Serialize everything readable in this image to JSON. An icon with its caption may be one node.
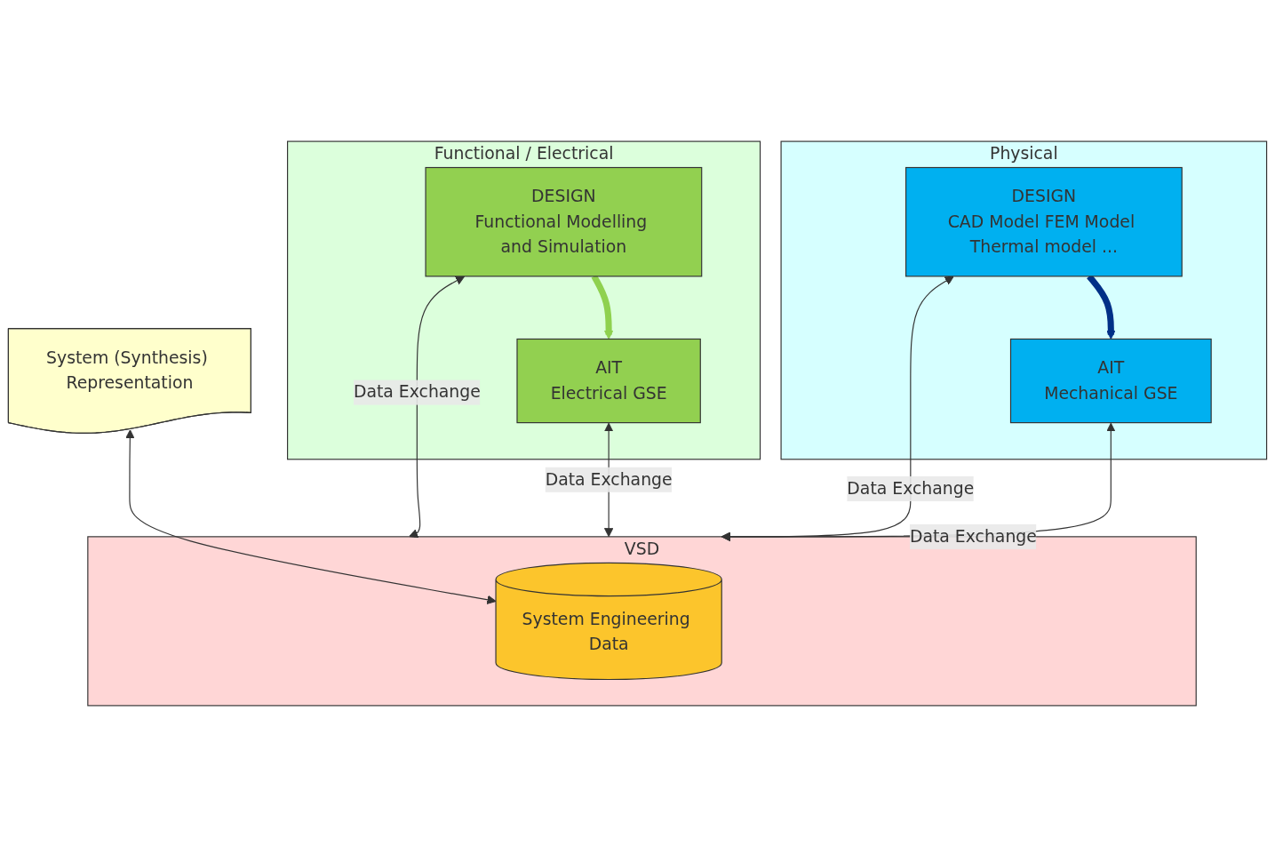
{
  "diagram": {
    "nodes": [
      {
        "text": [
          "Functional / Electrical"
        ]
      },
      {
        "text": [
          "DESIGN",
          "Functional Modelling and Simulation"
        ],
        "in": 0
      },
      {
        "text": [
          "AIT",
          "Electrical GSE"
        ],
        "in": 0
      },
      {
        "text": [
          "VSD"
        ]
      },
      {
        "text": [
          "System Engineering Data"
        ],
        "in": 3
      },
      {
        "text": [
          "System (Synthesis) Representation"
        ]
      },
      {
        "text": [
          "Physical"
        ]
      },
      {
        "text": [
          "DESIGN",
          "CAD Model FEM Model Thermal model ..."
        ],
        "in": 6
      },
      {
        "text": [
          "AIT",
          "Mechanical GSE"
        ],
        "in": 6
      }
    ],
    "edges": [
      {
        "from": 1,
        "to": 2,
        "arrow": "to",
        "style": "thick",
        "color": "#8fd14f"
      },
      {
        "from": 1,
        "to": 3,
        "arrow": "both",
        "label": "Data Exchange"
      },
      {
        "from": 2,
        "to": 3,
        "arrow": "both",
        "label": "Data Exchange"
      },
      {
        "from": 5,
        "to": 4,
        "arrow": "both"
      },
      {
        "from": 7,
        "to": 3,
        "arrow": "both",
        "label": "Data Exchange"
      },
      {
        "from": 8,
        "to": 3,
        "arrow": "both",
        "label": "Data Exchange"
      },
      {
        "from": 7,
        "to": 8,
        "arrow": "to",
        "style": "thick",
        "color": "#003087"
      }
    ]
  }
}
